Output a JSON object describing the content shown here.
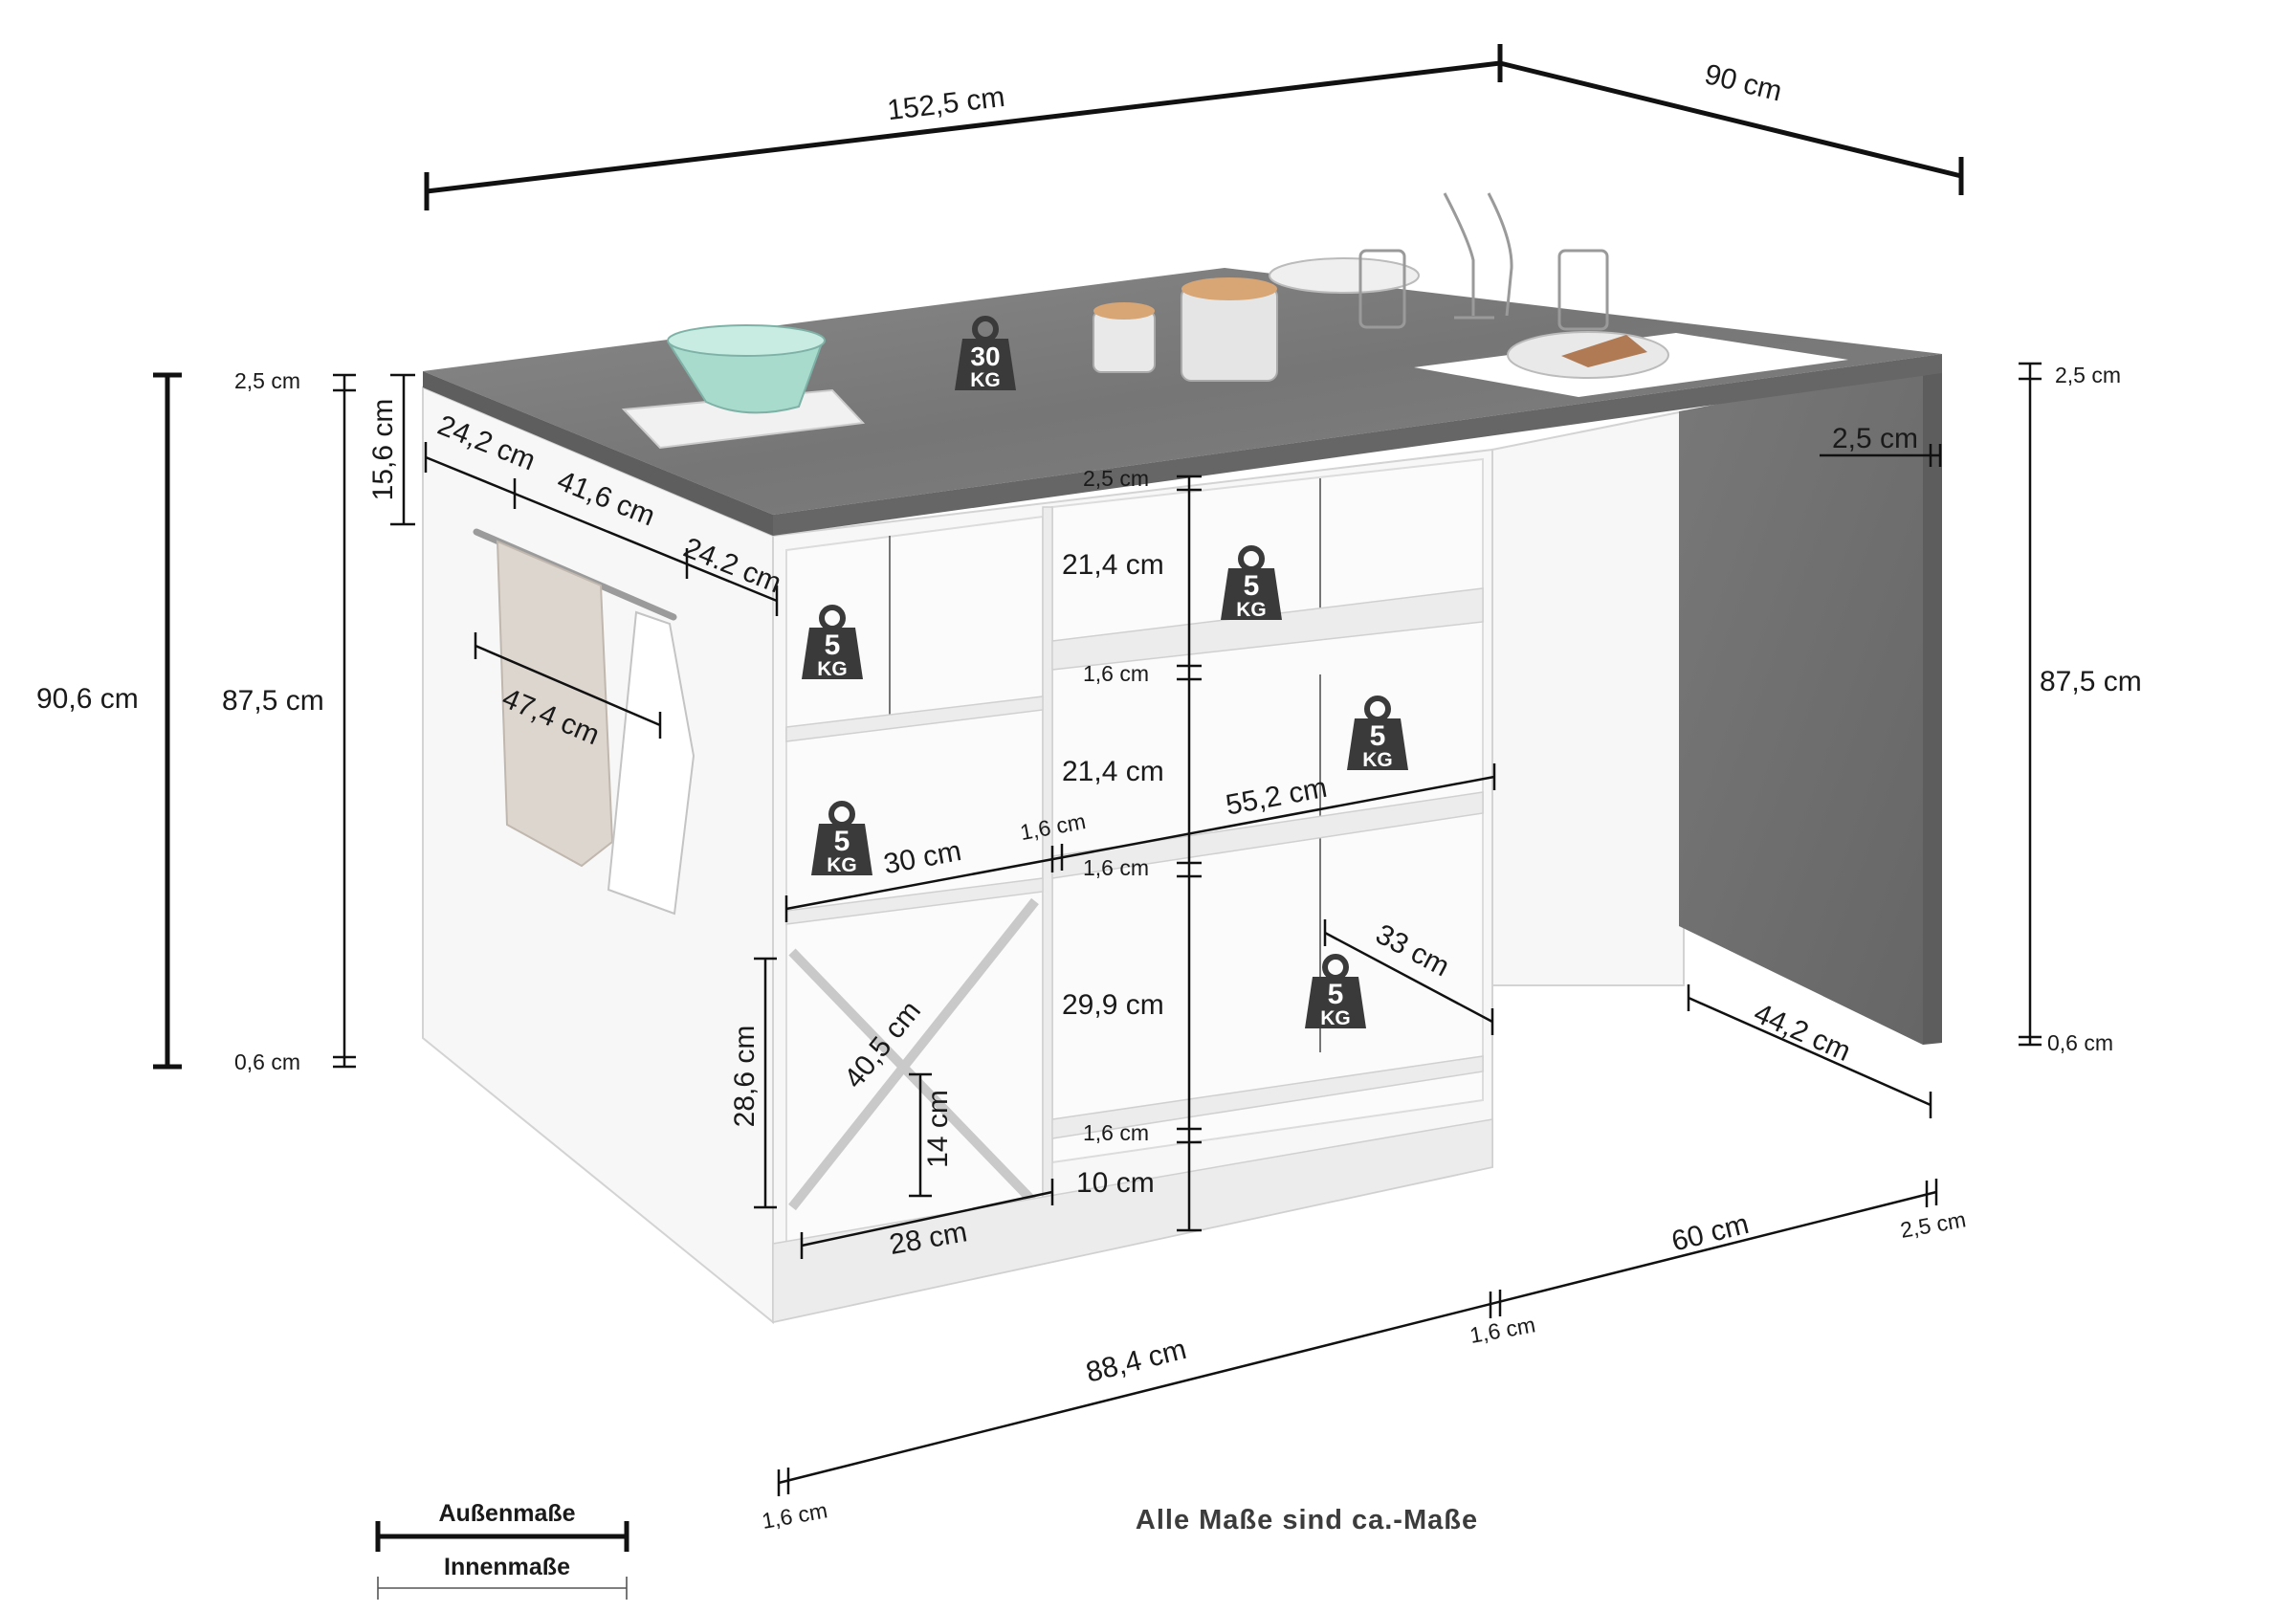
{
  "dimensions": {
    "width_top": "152,5 cm",
    "depth_top": "90 cm",
    "height_total": "90,6 cm",
    "height_corpus": "87,5 cm",
    "top_thickness_left": "2,5 cm",
    "plinth_left": "0,6 cm",
    "top_overhang_side": "15,6 cm",
    "side_seg_1": "24,2 cm",
    "side_seg_2": "41,6 cm",
    "side_seg_3": "24.2 cm",
    "towel_bar": "47,4 cm",
    "right_top_thickness": "2,5 cm",
    "right_height": "87,5 cm",
    "right_plinth": "0,6 cm",
    "right_panel_thickness": "2,5 cm",
    "right_depth": "44,2 cm",
    "center_top": "2,5 cm",
    "compartment_1": "21,4 cm",
    "shelf_1": "1,6 cm",
    "compartment_2": "21,4 cm",
    "shelf_2": "1,6 cm",
    "compartment_3": "29,9 cm",
    "shelf_3": "1,6 cm",
    "plinth_inner": "10 cm",
    "left_compartment_width": "30 cm",
    "divider": "1,6 cm",
    "right_compartment_width": "55,2 cm",
    "depth_inner": "33 cm",
    "wine_height": "28,6 cm",
    "wine_diagonal": "40,5 cm",
    "wine_half_height": "14 cm",
    "wine_width": "28 cm",
    "base_left_side": "1,6 cm",
    "base_front": "88,4 cm",
    "base_mid_side": "1,6 cm",
    "base_overhang": "60 cm",
    "base_right_panel": "2,5 cm"
  },
  "load_badges": [
    {
      "id": "top",
      "value": "30",
      "unit": "KG"
    },
    {
      "id": "left-top",
      "value": "5",
      "unit": "KG"
    },
    {
      "id": "left-mid",
      "value": "5",
      "unit": "KG"
    },
    {
      "id": "right-top",
      "value": "5",
      "unit": "KG"
    },
    {
      "id": "right-mid",
      "value": "5",
      "unit": "KG"
    },
    {
      "id": "right-low",
      "value": "5",
      "unit": "KG"
    }
  ],
  "legend": {
    "outer": "Außenmaße",
    "inner": "Innenmaße"
  },
  "note": "Alle Maße sind ca.-Maße",
  "colors": {
    "worktop": "#7d7d7d",
    "worktop_edge": "#5f5f5f",
    "side_panel": "#6e6e6e",
    "carcass": "#f7f7f7",
    "badge": "#3a3a3a"
  }
}
